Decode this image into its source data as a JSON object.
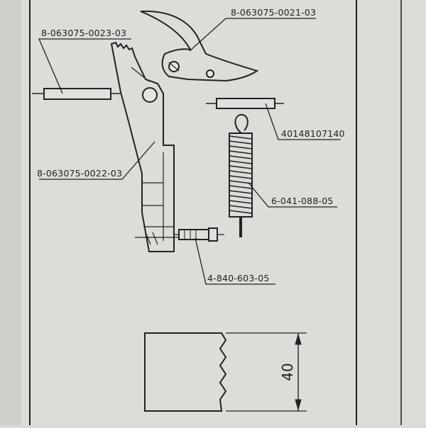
{
  "sheet": {
    "paper_color": "#dcdcd8",
    "ink_color": "#1e1e1e"
  },
  "parts": {
    "cutter_blade": "8-063075-0021-03",
    "pin": "8-063075-0023-03",
    "lever": "8-063075-0022-03",
    "shaft": "40148107140",
    "spring": "6-041-088-05",
    "screw": "4-840-603-05"
  },
  "detail": {
    "dimension": "40"
  }
}
